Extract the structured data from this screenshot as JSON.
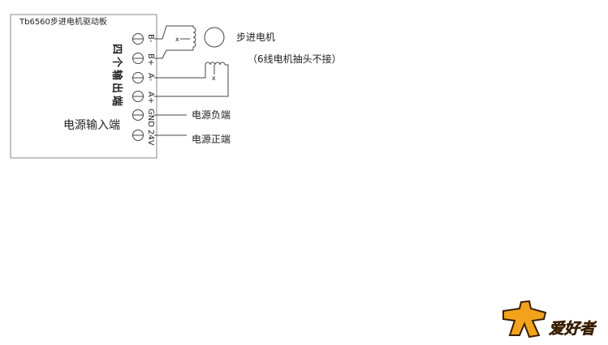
{
  "board": {
    "title": "Tb6560步进电机驱动板",
    "output_label": "四个输出端",
    "power_label": "电源输入端"
  },
  "terminals": [
    "B-",
    "B+",
    "A-",
    "A+",
    "GND",
    "24V"
  ],
  "motor": {
    "title": "步进电机",
    "note": "（6线电机抽头不接）",
    "coil_x_b": "x",
    "coil_x_a": "x"
  },
  "power": {
    "negative": "电源负端",
    "positive": "电源正端"
  },
  "logo": {
    "text": "爱好者",
    "colors": {
      "body": "#f2a31b",
      "text": "#d21b1b",
      "outline": "#3a1f00"
    }
  }
}
